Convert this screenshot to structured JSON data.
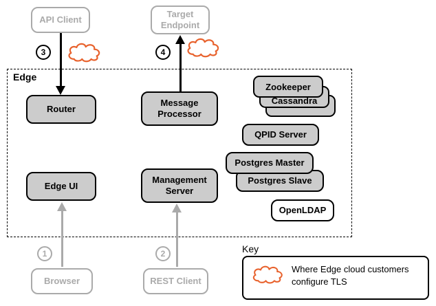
{
  "nodes": {
    "api_client": "API Client",
    "target_endpoint": "Target Endpoint",
    "edge": "Edge",
    "router": "Router",
    "message_processor": "Message Processor",
    "zookeeper": "Zookeeper",
    "cassandra": "Cassandra",
    "qpid_server": "QPID Server",
    "postgres_master": "Postgres Master",
    "postgres_slave": "Postgres Slave",
    "openldap": "OpenLDAP",
    "edge_ui": "Edge UI",
    "management_server": "Management Server",
    "browser": "Browser",
    "rest_client": "REST Client"
  },
  "steps": {
    "step1": "1",
    "step2": "2",
    "step3": "3",
    "step4": "4"
  },
  "key": {
    "title": "Key",
    "description": "Where Edge cloud customers configure TLS"
  },
  "colors": {
    "tls_cloud_stroke": "#E8622D",
    "internal_node_fill": "#CCCCCC",
    "external_gray": "#AAAAAA"
  }
}
